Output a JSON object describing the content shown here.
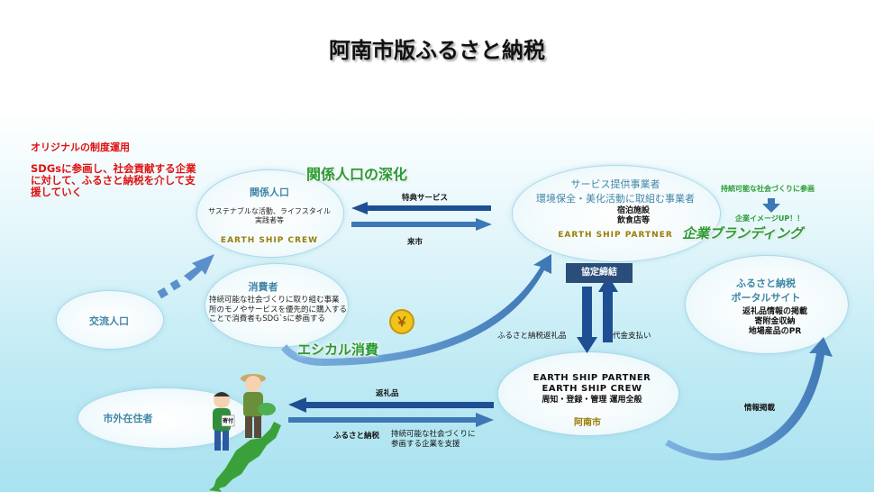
{
  "title": "阿南市版ふるさと納税",
  "intro": {
    "heading": "オリジナルの制度運用",
    "line1": "SDGsに参画し、社会貢献する企業",
    "line2": "に対して、ふるさと納税を介して支",
    "line3": "援していく"
  },
  "kankei": {
    "label": "関係人口",
    "desc1": "サステナブルな活動、ライフスタイル",
    "desc2": "実践者等",
    "crew": "EARTH SHIP CREW"
  },
  "shohisha": {
    "label": "消費者",
    "desc1": "持続可能な社会づくりに取り組む事業",
    "desc2": "所のモノやサービスを優先的に購入する",
    "desc3": "ことで消費者もSDG`sに参画する"
  },
  "koryu": {
    "label": "交流人口"
  },
  "shigai": {
    "label": "市外在住者"
  },
  "service": {
    "label": "サービス提供事業者",
    "desc": "環境保全・美化活動に取組む事業者",
    "item1": "宿泊施設",
    "item2": "飲食店等",
    "partner": "EARTH SHIP PARTNER"
  },
  "portal": {
    "label1": "ふるさと納税",
    "label2": "ポータルサイト",
    "item1": "返礼品情報の掲載",
    "item2": "寄附金収納",
    "item3": "地場産品のPR"
  },
  "anan": {
    "line1": "EARTH SHIP PARTNER",
    "line2": "EARTH SHIP CREW",
    "line3": "周知・登録・管理 運用全般",
    "city": "阿南市"
  },
  "callouts": {
    "fukaka": "関係人口の深化",
    "branding": "企業ブランディング",
    "ethical": "エシカル消費",
    "sustain": "持続可能な社会づくりに参画",
    "image_up": "企業イメージUP！！",
    "yen": "￥"
  },
  "arrows": {
    "tokuten": "特典サービス",
    "raishi": "来市",
    "kyotei": "協定締結",
    "furusato_henrei": "ふるさと納税返礼品",
    "daikin": "代金支払い",
    "henreihin": "返礼品",
    "furusato_nozei": "ふるさと納税",
    "support1": "持続可能な社会づくりに",
    "support2": "参画する企業を支援",
    "joho": "情報掲載"
  },
  "figure": {
    "tag": "寄付"
  },
  "colors": {
    "arrow_blue": "#3d77b5",
    "arrow_dark": "#1f4f93",
    "green": "#2a9a33",
    "red": "#e01010",
    "gold": "#9a7d08"
  }
}
